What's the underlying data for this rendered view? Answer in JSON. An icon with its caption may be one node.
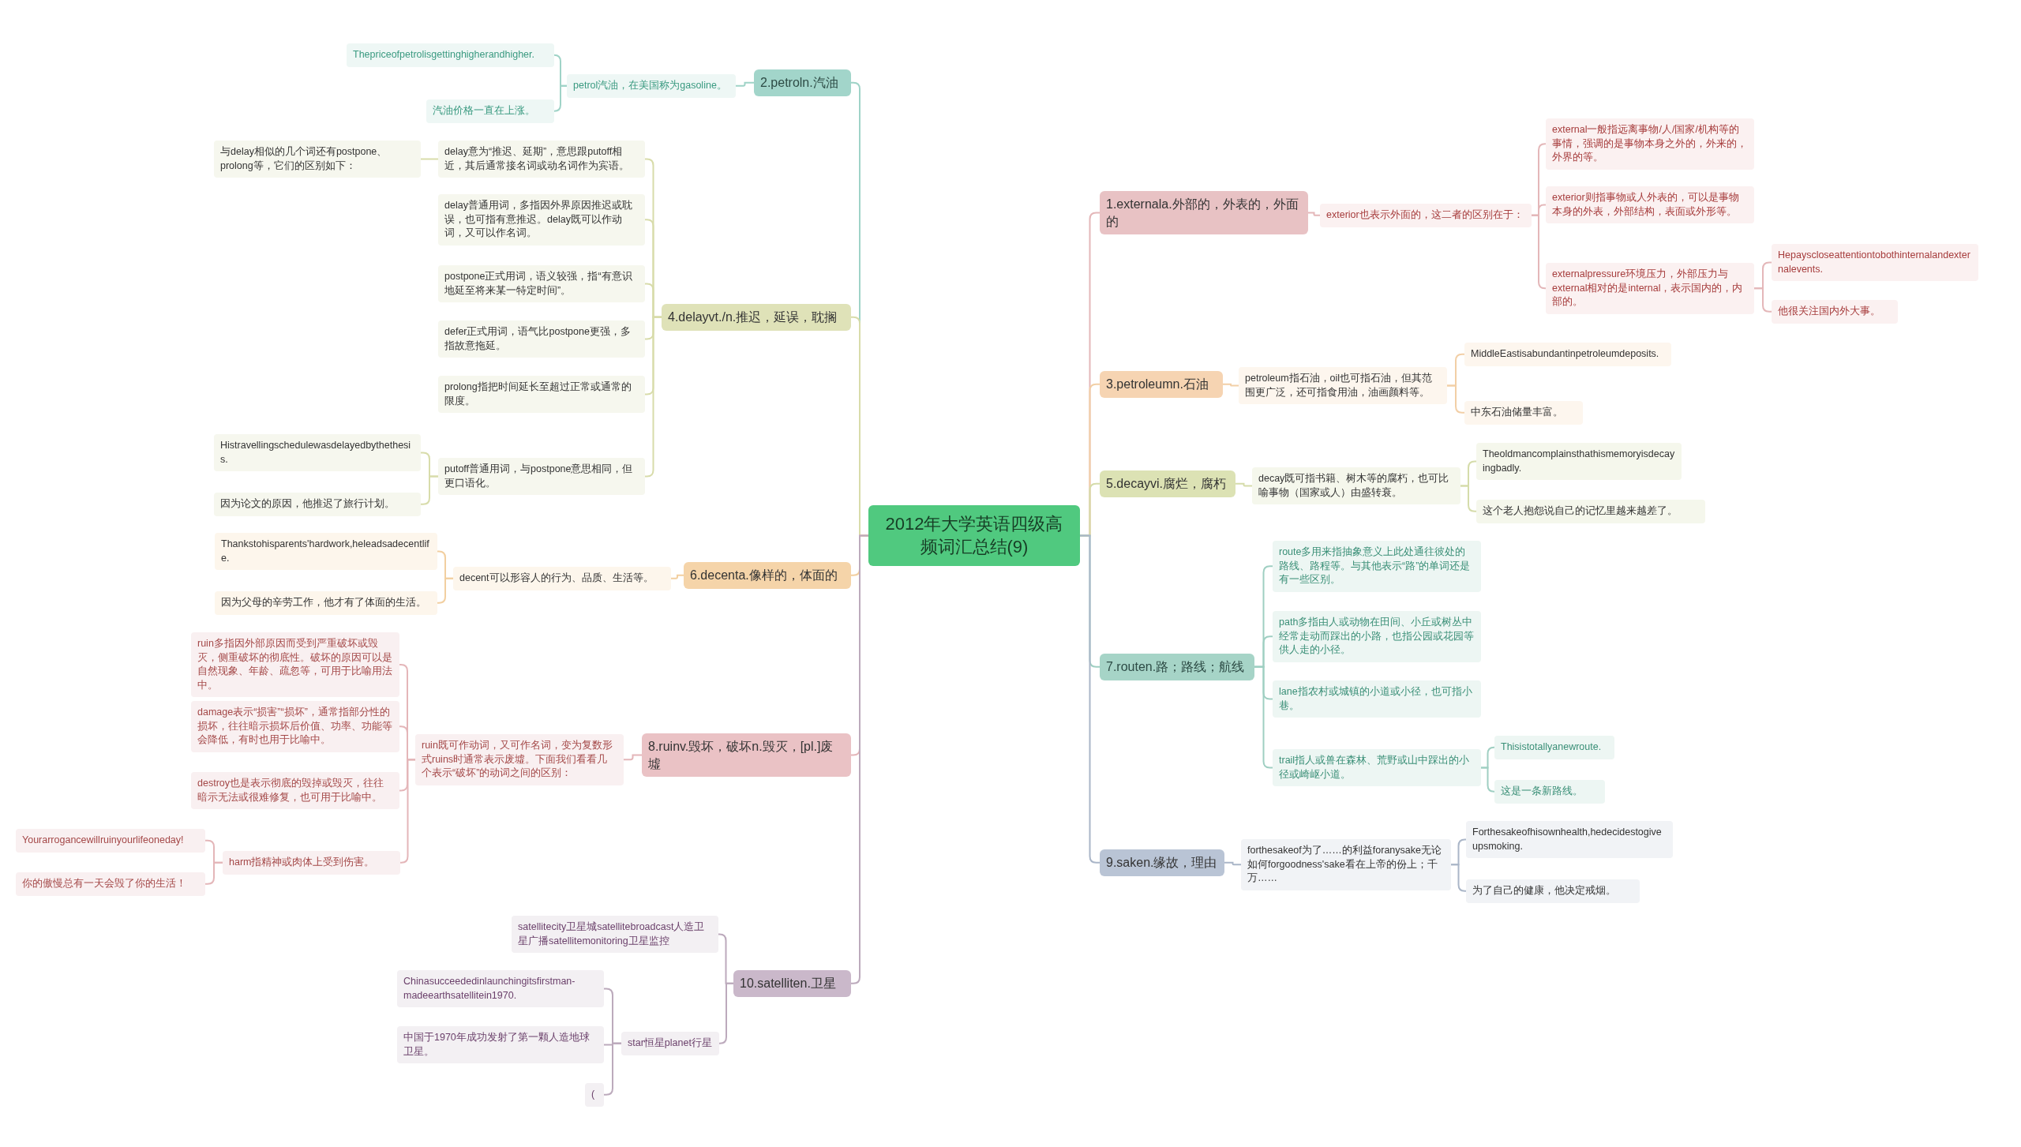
{
  "diagram": {
    "nodes": [
      {
        "text": [
          "2012年大学英语四级高频词汇总结(9)"
        ]
      },
      {
        "text": [
          "1.externala.外部的，外表的，外面的"
        ]
      },
      {
        "text": [
          "exterior也表示外面的，这二者的区别在于："
        ]
      },
      {
        "text": [
          "external一般指远离事物/人/国家/机构等的事情，强调的是事物本身之外的，外来的，外界的等。"
        ]
      },
      {
        "text": [
          "exterior则指事物或人外表的，可以是事物本身的外表，外部结构，表面或外形等。"
        ]
      },
      {
        "text": [
          "externalpressure环境压力，外部压力与external相对的是internal，表示国内的，内部的。"
        ]
      },
      {
        "text": [
          "Hepayscloseattentiontobothinternalandexternalevents."
        ]
      },
      {
        "text": [
          "他很关注国内外大事。"
        ]
      },
      {
        "text": [
          "2.petroln.汽油"
        ]
      },
      {
        "text": [
          "petrol汽油，在美国称为gasoline。"
        ]
      },
      {
        "text": [
          "Thepriceofpetrolisgettinghigherandhigher."
        ]
      },
      {
        "text": [
          "汽油价格一直在上涨。"
        ]
      },
      {
        "text": [
          "3.petroleumn.石油"
        ]
      },
      {
        "text": [
          "petroleum指石油，oil也可指石油，但其范围更广泛，还可指食用油，油画颜料等。"
        ]
      },
      {
        "text": [
          "MiddleEastisabundantinpetroleumdeposits."
        ]
      },
      {
        "text": [
          "中东石油储量丰富。"
        ]
      },
      {
        "text": [
          "4.delayvt./n.推迟，延误，耽搁"
        ]
      },
      {
        "text": [
          "delay意为“推迟、延期”，意思跟putoff相近，其后通常接名词或动名词作为宾语。"
        ]
      },
      {
        "text": [
          "与delay相似的几个词还有postpone、prolong等，它们的区别如下："
        ]
      },
      {
        "text": [
          "delay普通用词，多指因外界原因推迟或耽误，也可指有意推迟。delay既可以作动词，又可以作名词。"
        ]
      },
      {
        "text": [
          "postpone正式用词，语义较强，指“有意识地延至将来某一特定时间”。"
        ]
      },
      {
        "text": [
          "defer正式用词，语气比postpone更强，多指故意拖延。"
        ]
      },
      {
        "text": [
          "prolong指把时间延长至超过正常或通常的限度。"
        ]
      },
      {
        "text": [
          "putoff普通用词，与postpone意思相同，但更口语化。"
        ]
      },
      {
        "text": [
          "Histravellingschedulewasdelayedbythethesis."
        ]
      },
      {
        "text": [
          "因为论文的原因，他推迟了旅行计划。"
        ]
      },
      {
        "text": [
          "5.decayvi.腐烂，腐朽"
        ]
      },
      {
        "text": [
          "decay既可指书籍、树木等的腐朽，也可比喻事物（国家或人）由盛转衰。"
        ]
      },
      {
        "text": [
          "Theoldmancomplainsthathismemoryisdecayingbadly."
        ]
      },
      {
        "text": [
          "这个老人抱怨说自己的记忆里越来越差了。"
        ]
      },
      {
        "text": [
          "6.decenta.像样的，体面的"
        ]
      },
      {
        "text": [
          "decent可以形容人的行为、品质、生活等。"
        ]
      },
      {
        "text": [
          "Thankstohisparents'hardwork,heleadsadecentlife."
        ]
      },
      {
        "text": [
          "因为父母的辛劳工作，他才有了体面的生活。"
        ]
      },
      {
        "text": [
          "7.routen.路；路线；航线"
        ]
      },
      {
        "text": [
          "route多用来指抽象意义上此处通往彼处的路线、路程等。与其他表示“路”的单词还是有一些区别。"
        ]
      },
      {
        "text": [
          "path多指由人或动物在田间、小丘或树丛中经常走动而踩出的小路，也指公园或花园等供人走的小径。"
        ]
      },
      {
        "text": [
          "lane指农村或城镇的小道或小径，也可指小巷。"
        ]
      },
      {
        "text": [
          "trail指人或兽在森林、荒野或山中踩出的小径或崎岖小道。"
        ]
      },
      {
        "text": [
          "Thisistotallyanewroute."
        ]
      },
      {
        "text": [
          "这是一条新路线。"
        ]
      },
      {
        "text": [
          "8.ruinv.毁坏，破坏n.毁灭，[pl.]废墟"
        ]
      },
      {
        "text": [
          "ruin既可作动词，又可作名词，变为复数形式ruins时通常表示废墟。下面我们看看几个表示“破坏”的动词之间的区别："
        ]
      },
      {
        "text": [
          "ruin多指因外部原因而受到严重破坏或毁灭，侧重破坏的彻底性。破坏的原因可以是自然现象、年龄、疏忽等，可用于比喻用法中。"
        ]
      },
      {
        "text": [
          "damage表示“损害”“损坏”，通常指部分性的损坏，往往暗示损坏后价值、功率、功能等会降低，有时也用于比喻中。"
        ]
      },
      {
        "text": [
          "destroy也是表示彻底的毁掉或毁灭，往往暗示无法或很难修复，也可用于比喻中。"
        ]
      },
      {
        "text": [
          "harm指精神或肉体上受到伤害。"
        ]
      },
      {
        "text": [
          "Yourarrogancewillruinyourlifeoneday!"
        ]
      },
      {
        "text": [
          "你的傲慢总有一天会毁了你的生活！"
        ]
      },
      {
        "text": [
          "9.saken.缘故，理由"
        ]
      },
      {
        "text": [
          "forthesakeof为了……的利益foranysake无论如何forgoodness'sake看在上帝的份上；千万……"
        ]
      },
      {
        "text": [
          "Forthesakeofhisownhealth,hedecidestogiveupsmoking."
        ]
      },
      {
        "text": [
          "为了自己的健康，他决定戒烟。"
        ]
      },
      {
        "text": [
          "10.satelliten.卫星"
        ]
      },
      {
        "text": [
          "satellitecity卫星城satellitebroadcast人造卫星广播satellitemonitoring卫星监控"
        ]
      },
      {
        "text": [
          "star恒星planet行星"
        ]
      },
      {
        "text": [
          "Chinasucceededinlaunchingitsfirstman-madeearthsatellitein1970."
        ]
      },
      {
        "text": [
          "中国于1970年成功发射了第一颗人造地球卫星。"
        ]
      },
      {
        "text": [
          "("
        ]
      }
    ],
    "edges": [
      {
        "from": 0,
        "to": 1,
        "arrow": "none",
        "color": "#e4b7b9"
      },
      {
        "from": 1,
        "to": 2,
        "arrow": "none",
        "color": "#e4b7b9"
      },
      {
        "from": 2,
        "to": 3,
        "arrow": "none",
        "color": "#e4b7b9"
      },
      {
        "from": 2,
        "to": 4,
        "arrow": "none",
        "color": "#e4b7b9"
      },
      {
        "from": 2,
        "to": 5,
        "arrow": "none",
        "color": "#e4b7b9"
      },
      {
        "from": 5,
        "to": 6,
        "arrow": "none",
        "color": "#e4b7b9"
      },
      {
        "from": 5,
        "to": 7,
        "arrow": "none",
        "color": "#e4b7b9"
      },
      {
        "from": 0,
        "to": 8,
        "arrow": "none",
        "color": "#9fd3c7"
      },
      {
        "from": 8,
        "to": 9,
        "arrow": "none",
        "color": "#9fd3c7"
      },
      {
        "from": 9,
        "to": 10,
        "arrow": "none",
        "color": "#9fd3c7"
      },
      {
        "from": 9,
        "to": 11,
        "arrow": "none",
        "color": "#9fd3c7"
      },
      {
        "from": 0,
        "to": 12,
        "arrow": "none",
        "color": "#f2cfa6"
      },
      {
        "from": 12,
        "to": 13,
        "arrow": "none",
        "color": "#f2cfa6"
      },
      {
        "from": 13,
        "to": 14,
        "arrow": "none",
        "color": "#f2cfa6"
      },
      {
        "from": 13,
        "to": 15,
        "arrow": "none",
        "color": "#f2cfa6"
      },
      {
        "from": 0,
        "to": 16,
        "arrow": "none",
        "color": "#d8dcaa"
      },
      {
        "from": 16,
        "to": 17,
        "arrow": "none",
        "color": "#d8dcaa"
      },
      {
        "from": 17,
        "to": 18,
        "arrow": "none",
        "color": "#d8dcaa"
      },
      {
        "from": 16,
        "to": 19,
        "arrow": "none",
        "color": "#d8dcaa"
      },
      {
        "from": 16,
        "to": 20,
        "arrow": "none",
        "color": "#d8dcaa"
      },
      {
        "from": 16,
        "to": 21,
        "arrow": "none",
        "color": "#d8dcaa"
      },
      {
        "from": 16,
        "to": 22,
        "arrow": "none",
        "color": "#d8dcaa"
      },
      {
        "from": 16,
        "to": 23,
        "arrow": "none",
        "color": "#d8dcaa"
      },
      {
        "from": 23,
        "to": 24,
        "arrow": "none",
        "color": "#d8dcaa"
      },
      {
        "from": 23,
        "to": 25,
        "arrow": "none",
        "color": "#d8dcaa"
      },
      {
        "from": 0,
        "to": 26,
        "arrow": "none",
        "color": "#d5dcaa"
      },
      {
        "from": 26,
        "to": 27,
        "arrow": "none",
        "color": "#d5dcaa"
      },
      {
        "from": 27,
        "to": 28,
        "arrow": "none",
        "color": "#d5dcaa"
      },
      {
        "from": 27,
        "to": 29,
        "arrow": "none",
        "color": "#d5dcaa"
      },
      {
        "from": 0,
        "to": 30,
        "arrow": "none",
        "color": "#f2cfa0"
      },
      {
        "from": 30,
        "to": 31,
        "arrow": "none",
        "color": "#f2cfa0"
      },
      {
        "from": 31,
        "to": 32,
        "arrow": "none",
        "color": "#f2cfa0"
      },
      {
        "from": 31,
        "to": 33,
        "arrow": "none",
        "color": "#f2cfa0"
      },
      {
        "from": 0,
        "to": 34,
        "arrow": "none",
        "color": "#9fcfc2"
      },
      {
        "from": 34,
        "to": 35,
        "arrow": "none",
        "color": "#9fcfc2"
      },
      {
        "from": 34,
        "to": 36,
        "arrow": "none",
        "color": "#9fcfc2"
      },
      {
        "from": 34,
        "to": 37,
        "arrow": "none",
        "color": "#9fcfc2"
      },
      {
        "from": 34,
        "to": 38,
        "arrow": "none",
        "color": "#9fcfc2"
      },
      {
        "from": 38,
        "to": 39,
        "arrow": "none",
        "color": "#9fcfc2"
      },
      {
        "from": 38,
        "to": 40,
        "arrow": "none",
        "color": "#9fcfc2"
      },
      {
        "from": 0,
        "to": 41,
        "arrow": "none",
        "color": "#e4b6b9"
      },
      {
        "from": 41,
        "to": 42,
        "arrow": "none",
        "color": "#e4b6b9"
      },
      {
        "from": 42,
        "to": 43,
        "arrow": "none",
        "color": "#e4b6b9"
      },
      {
        "from": 42,
        "to": 44,
        "arrow": "none",
        "color": "#e4b6b9"
      },
      {
        "from": 42,
        "to": 45,
        "arrow": "none",
        "color": "#e4b6b9"
      },
      {
        "from": 42,
        "to": 46,
        "arrow": "none",
        "color": "#e4b6b9"
      },
      {
        "from": 46,
        "to": 47,
        "arrow": "none",
        "color": "#e4b6b9"
      },
      {
        "from": 46,
        "to": 48,
        "arrow": "none",
        "color": "#e4b6b9"
      },
      {
        "from": 0,
        "to": 49,
        "arrow": "none",
        "color": "#aab6c8"
      },
      {
        "from": 49,
        "to": 50,
        "arrow": "none",
        "color": "#aab6c8"
      },
      {
        "from": 50,
        "to": 51,
        "arrow": "none",
        "color": "#aab6c8"
      },
      {
        "from": 50,
        "to": 52,
        "arrow": "none",
        "color": "#aab6c8"
      },
      {
        "from": 0,
        "to": 53,
        "arrow": "none",
        "color": "#bcaabc"
      },
      {
        "from": 53,
        "to": 54,
        "arrow": "none",
        "color": "#bcaabc"
      },
      {
        "from": 53,
        "to": 55,
        "arrow": "none",
        "color": "#bcaabc"
      },
      {
        "from": 55,
        "to": 56,
        "arrow": "none",
        "color": "#bcaabc"
      },
      {
        "from": 55,
        "to": 57,
        "arrow": "none",
        "color": "#bcaabc"
      },
      {
        "from": 55,
        "to": 58,
        "arrow": "none",
        "color": "#bcaabc"
      }
    ]
  }
}
